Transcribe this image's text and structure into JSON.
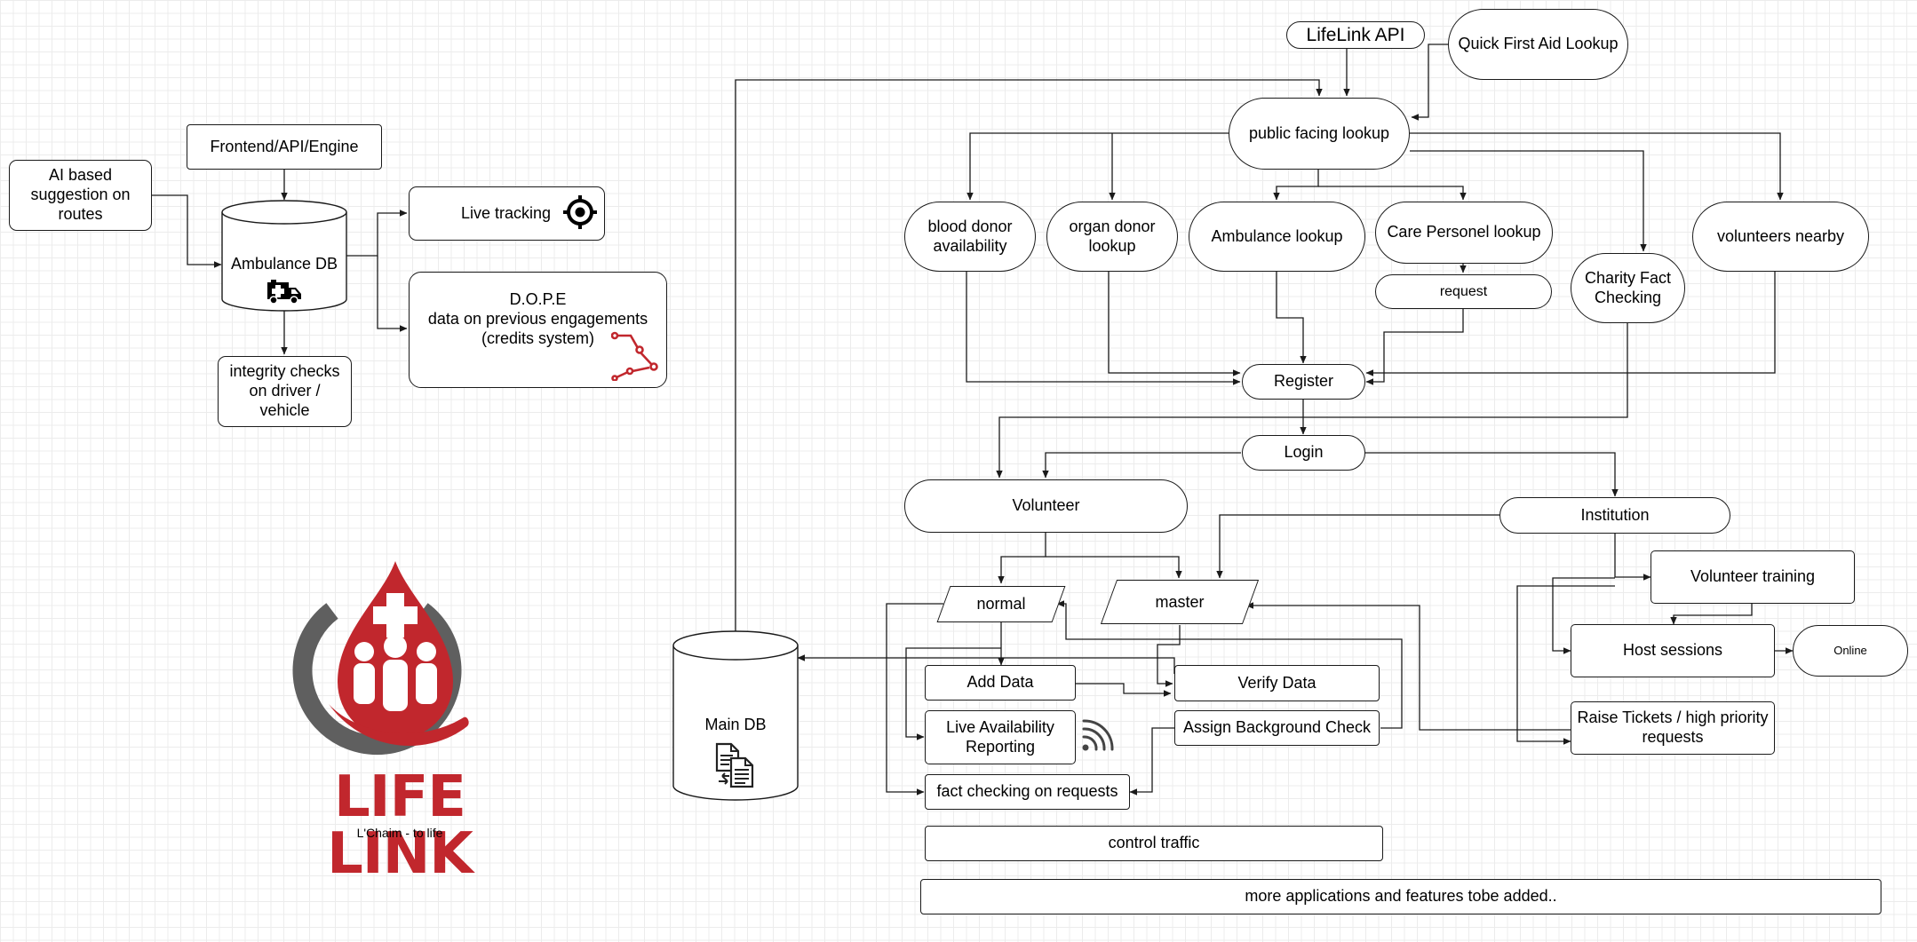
{
  "colors": {
    "stroke": "#1a1a1a",
    "logo_red": "#c1272d",
    "logo_gray": "#5f5f5f",
    "icon_red": "#c1272d"
  },
  "nodes": {
    "ai_routes": "AI based suggestion on routes",
    "frontend": "Frontend/API/Engine",
    "ambulance_db": "Ambulance DB",
    "live_tracking": "Live tracking",
    "dope_title": "D.O.P.E",
    "dope_body": "data on previous engagements",
    "dope_credits": "(credits system)",
    "integrity": "integrity checks on driver / vehicle",
    "lifelink_api": "LifeLink API",
    "first_aid": "Quick First Aid Lookup",
    "public_lookup": "public facing lookup",
    "blood_donor": "blood donor availability",
    "organ_donor": "organ donor lookup",
    "ambulance_lookup": "Ambulance lookup",
    "care_personel": "Care Personel lookup",
    "request": "request",
    "charity": "Charity Fact Checking",
    "volunteers_nearby": "volunteers nearby",
    "register": "Register",
    "login": "Login",
    "volunteer": "Volunteer",
    "institution": "Institution",
    "normal": "normal",
    "master": "master",
    "main_db": "Main DB",
    "add_data": "Add Data",
    "verify_data": "Verify Data",
    "live_availability": "Live Availability Reporting",
    "assign_bg": "Assign Background Check",
    "fact_checking": "fact checking on requests",
    "control_traffic": "control traffic",
    "more_apps": "more applications and features tobe added..",
    "volunteer_training": "Volunteer training",
    "host_sessions": "Host sessions",
    "online": "Online",
    "raise_tickets": "Raise Tickets / high priority requests"
  },
  "logo": {
    "wordmark": "LIFE LINK",
    "tagline": "L'Chaim - to life"
  },
  "icons": {
    "ambulance": "ambulance-icon",
    "crosshair": "crosshair-icon",
    "route": "route-icon",
    "documents": "document-exchange-icon",
    "wifi": "wifi-signal-icon"
  }
}
